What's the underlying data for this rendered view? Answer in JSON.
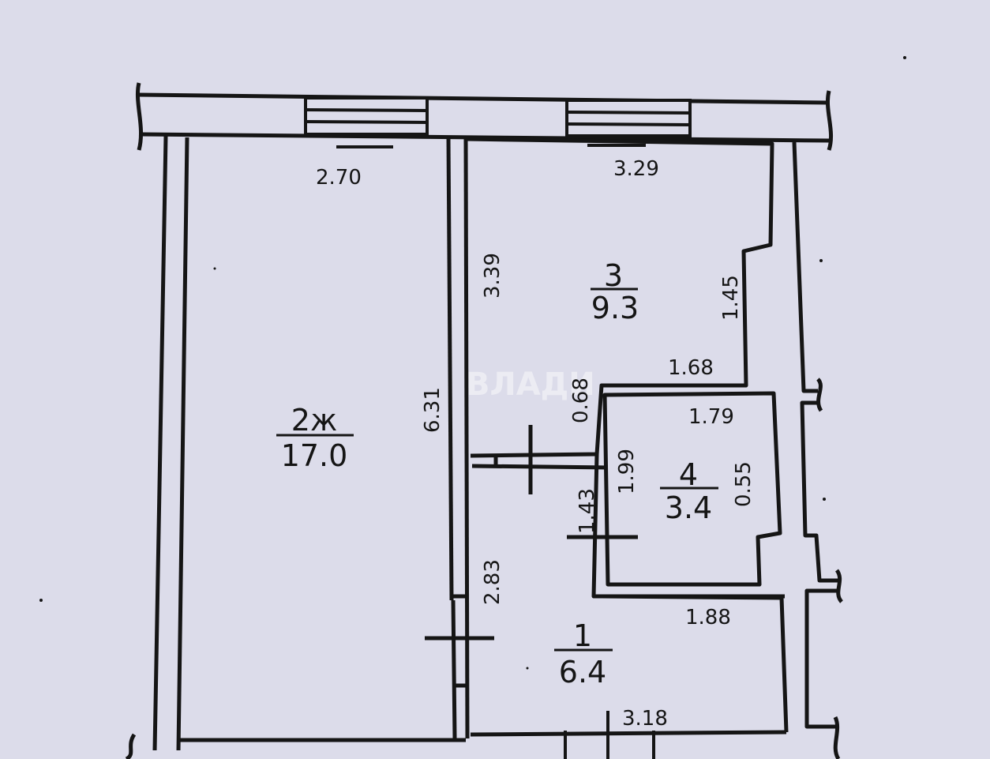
{
  "colors": {
    "background": "#dcdcea",
    "ink": "#151515"
  },
  "watermark": {
    "text": "ВЛАДИ",
    "icon": "logo-mark-icon"
  },
  "rooms": [
    {
      "number": "2ж",
      "area": "17.0"
    },
    {
      "number": "3",
      "area": "9.3"
    },
    {
      "number": "4",
      "area": "3.4"
    },
    {
      "number": "1",
      "area": "6.4"
    }
  ],
  "dimensions": {
    "room2_width": "2.70",
    "room2_length": "6.31",
    "room3_width": "3.29",
    "room3_length": "3.39",
    "room3_niche_height": "1.45",
    "room3_niche_width": "1.68",
    "room3_corridor_gap": "0.68",
    "room4_width": "1.79",
    "room4_length": "1.99",
    "room4_side": "0.55",
    "room1_upper": "1.43",
    "room1_length": "2.83",
    "room1_width": "1.88",
    "room1_bottom": "3.18"
  }
}
